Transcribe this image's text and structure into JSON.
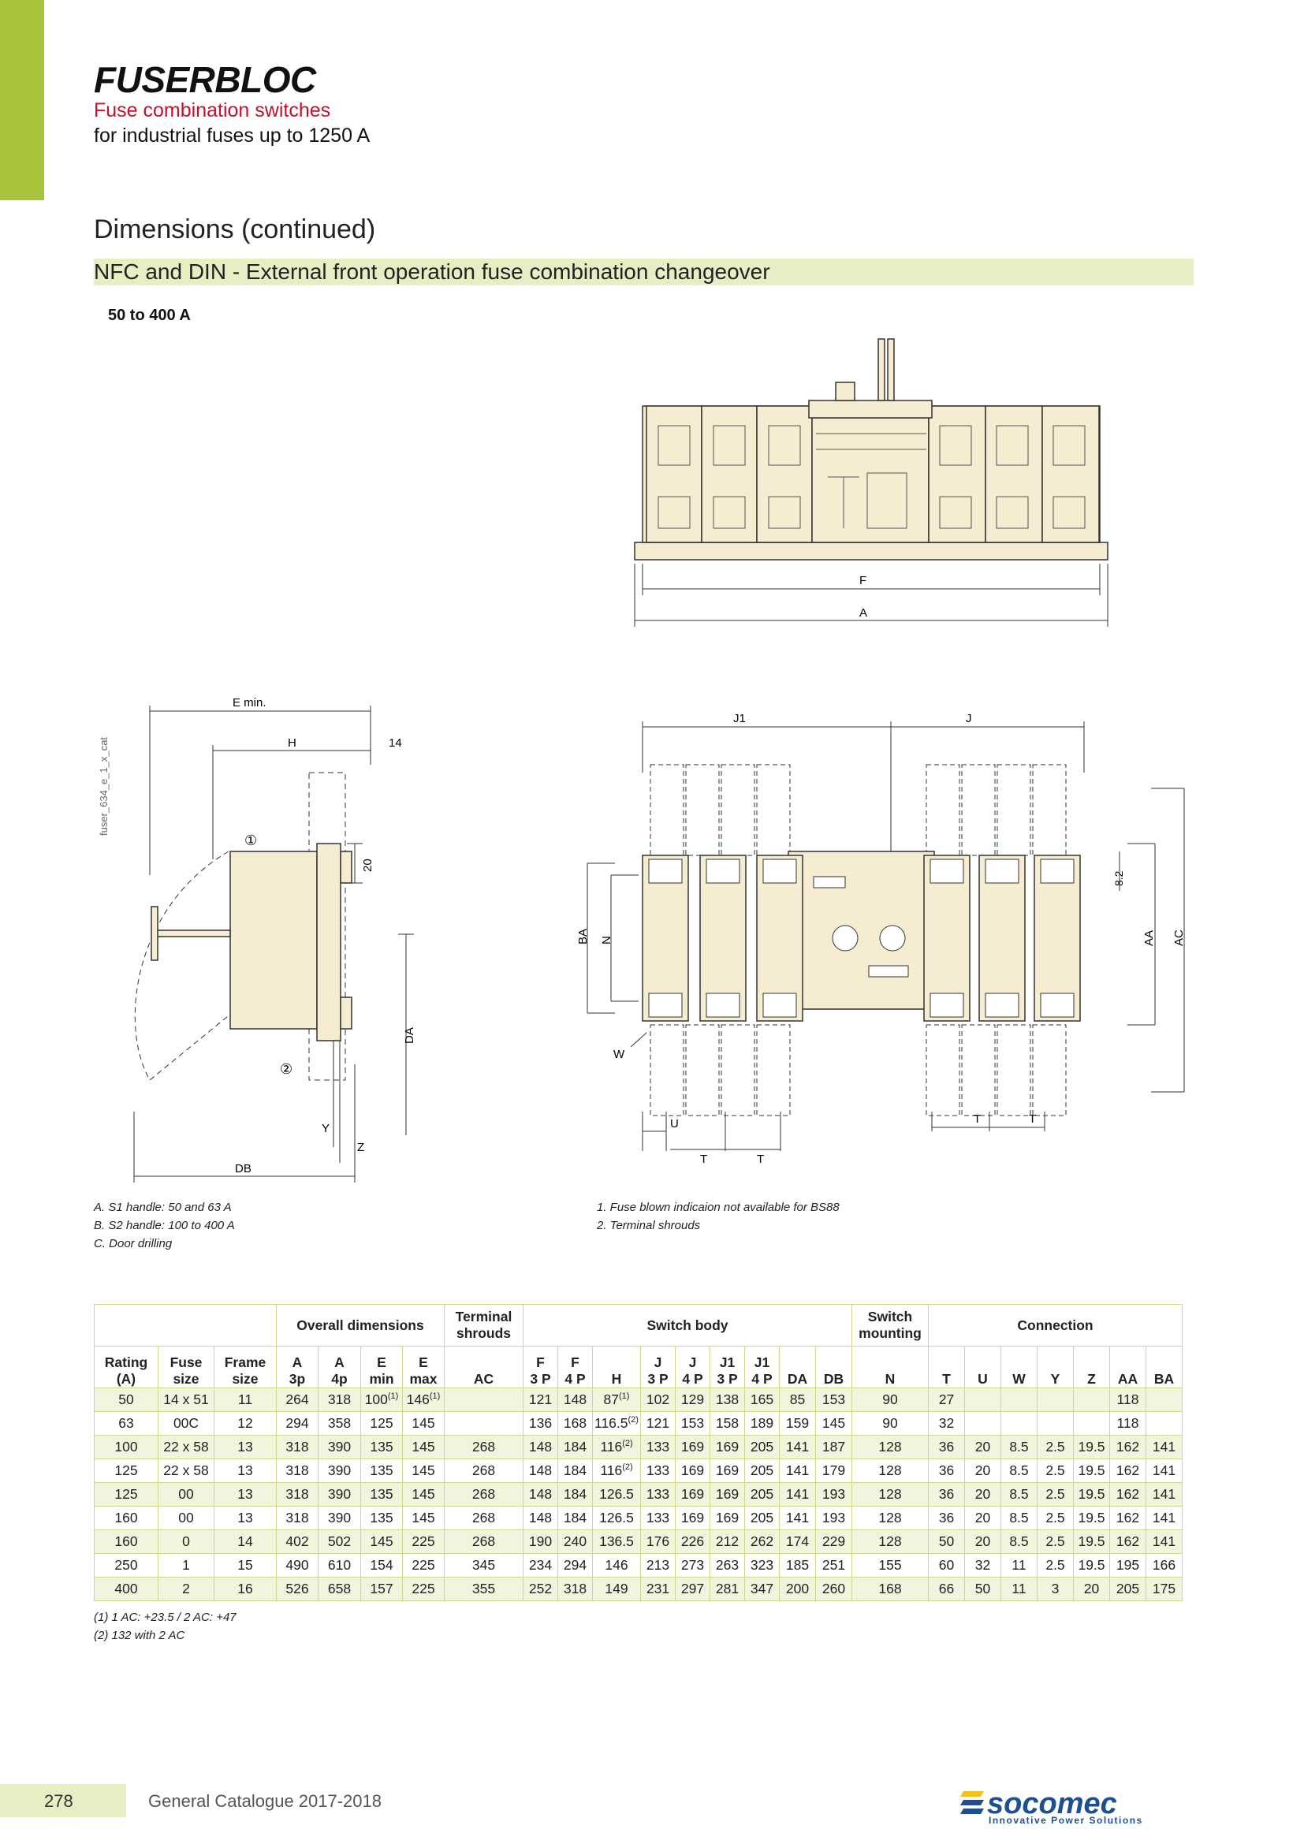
{
  "header": {
    "brand": "FUSERBLOC",
    "subtitle_red": "Fuse combination switches",
    "subtitle_black": "for industrial fuses up to 1250 A"
  },
  "section": {
    "title": "Dimensions (continued)",
    "subtitle": "NFC and DIN - External front operation fuse combination changeover",
    "range": "50 to 400 A"
  },
  "drawings": {
    "ref_code": "fuser_634_e_1_x_cat",
    "front": {
      "F": "F",
      "A": "A"
    },
    "side": {
      "emin": "E min.",
      "H": "H",
      "dim14": "14",
      "dim20": "20",
      "DA": "DA",
      "Y": "Y",
      "Z": "Z",
      "DB": "DB",
      "c1": "①",
      "c2": "②"
    },
    "plan": {
      "J1": "J1",
      "J": "J",
      "BA": "BA",
      "N": "N",
      "W": "W",
      "U": "U",
      "T": "T",
      "AA": "AA",
      "AC": "AC",
      "dim82": "8.2"
    }
  },
  "notes_left": [
    "A. S1 handle: 50 and 63 A",
    "B. S2 handle: 100 to 400 A",
    "C. Door drilling"
  ],
  "notes_right": [
    "1. Fuse blown indicaion not available for BS88",
    "2. Terminal shrouds"
  ],
  "table": {
    "groups": {
      "overall": "Overall dimensions",
      "terminal_l1": "Terminal",
      "terminal_l2": "shrouds",
      "switch_body": "Switch body",
      "mounting_l1": "Switch",
      "mounting_l2": "mounting",
      "connection": "Connection"
    },
    "columns": [
      [
        "Rating",
        "(A)"
      ],
      [
        "Fuse",
        "size"
      ],
      [
        "Frame",
        "size"
      ],
      [
        "A",
        "3p"
      ],
      [
        "A",
        "4p"
      ],
      [
        "E",
        "min"
      ],
      [
        "E",
        "max"
      ],
      [
        "",
        "AC"
      ],
      [
        "F",
        "3 P"
      ],
      [
        "F",
        "4 P"
      ],
      [
        "",
        "H"
      ],
      [
        "J",
        "3 P"
      ],
      [
        "J",
        "4 P"
      ],
      [
        "J1",
        "3 P"
      ],
      [
        "J1",
        "4 P"
      ],
      [
        "",
        "DA"
      ],
      [
        "",
        "DB"
      ],
      [
        "",
        "N"
      ],
      [
        "",
        "T"
      ],
      [
        "",
        "U"
      ],
      [
        "",
        "W"
      ],
      [
        "",
        "Y"
      ],
      [
        "",
        "Z"
      ],
      [
        "",
        "AA"
      ],
      [
        "",
        "BA"
      ]
    ],
    "rows": [
      [
        "50",
        "14 x 51",
        "11",
        "264",
        "318",
        "100",
        "146",
        "",
        "121",
        "148",
        "87",
        "102",
        "129",
        "138",
        "165",
        "85",
        "153",
        "90",
        "27",
        "",
        "",
        "",
        "",
        "118",
        ""
      ],
      [
        "63",
        "00C",
        "12",
        "294",
        "358",
        "125",
        "145",
        "",
        "136",
        "168",
        "116.5",
        "121",
        "153",
        "158",
        "189",
        "159",
        "145",
        "90",
        "32",
        "",
        "",
        "",
        "",
        "118",
        ""
      ],
      [
        "100",
        "22 x 58",
        "13",
        "318",
        "390",
        "135",
        "145",
        "268",
        "148",
        "184",
        "116",
        "133",
        "169",
        "169",
        "205",
        "141",
        "187",
        "128",
        "36",
        "20",
        "8.5",
        "2.5",
        "19.5",
        "162",
        "141"
      ],
      [
        "125",
        "22 x 58",
        "13",
        "318",
        "390",
        "135",
        "145",
        "268",
        "148",
        "184",
        "116",
        "133",
        "169",
        "169",
        "205",
        "141",
        "179",
        "128",
        "36",
        "20",
        "8.5",
        "2.5",
        "19.5",
        "162",
        "141"
      ],
      [
        "125",
        "00",
        "13",
        "318",
        "390",
        "135",
        "145",
        "268",
        "148",
        "184",
        "126.5",
        "133",
        "169",
        "169",
        "205",
        "141",
        "193",
        "128",
        "36",
        "20",
        "8.5",
        "2.5",
        "19.5",
        "162",
        "141"
      ],
      [
        "160",
        "00",
        "13",
        "318",
        "390",
        "135",
        "145",
        "268",
        "148",
        "184",
        "126.5",
        "133",
        "169",
        "169",
        "205",
        "141",
        "193",
        "128",
        "36",
        "20",
        "8.5",
        "2.5",
        "19.5",
        "162",
        "141"
      ],
      [
        "160",
        "0",
        "14",
        "402",
        "502",
        "145",
        "225",
        "268",
        "190",
        "240",
        "136.5",
        "176",
        "226",
        "212",
        "262",
        "174",
        "229",
        "128",
        "50",
        "20",
        "8.5",
        "2.5",
        "19.5",
        "162",
        "141"
      ],
      [
        "250",
        "1",
        "15",
        "490",
        "610",
        "154",
        "225",
        "345",
        "234",
        "294",
        "146",
        "213",
        "273",
        "263",
        "323",
        "185",
        "251",
        "155",
        "60",
        "32",
        "11",
        "2.5",
        "19.5",
        "195",
        "166"
      ],
      [
        "400",
        "2",
        "16",
        "526",
        "658",
        "157",
        "225",
        "355",
        "252",
        "318",
        "149",
        "231",
        "297",
        "281",
        "347",
        "200",
        "260",
        "168",
        "66",
        "50",
        "11",
        "3",
        "20",
        "205",
        "175"
      ]
    ],
    "superscripts": [
      {
        "row": 0,
        "col": 5,
        "text": "(1)"
      },
      {
        "row": 0,
        "col": 6,
        "text": "(1)"
      },
      {
        "row": 0,
        "col": 10,
        "text": "(1)"
      },
      {
        "row": 1,
        "col": 10,
        "text": "(2)"
      },
      {
        "row": 2,
        "col": 10,
        "text": "(2)"
      },
      {
        "row": 3,
        "col": 10,
        "text": "(2)"
      }
    ],
    "notes": [
      "(1) 1 AC: +23.5 / 2 AC: +47",
      "(2) 132 with 2 AC"
    ]
  },
  "footer": {
    "page_number": "278",
    "catalogue": "General Catalogue 2017-2018",
    "logo_name": "socomec",
    "logo_tagline": "Innovative Power Solutions"
  },
  "colors": {
    "accent_green": "#a8c43a",
    "band_light": "#e8edc4",
    "red": "#c8102e",
    "drawing_fill": "#f5ecd2",
    "logo_blue": "#1d4f91",
    "logo_yellow": "#f2c21b"
  }
}
